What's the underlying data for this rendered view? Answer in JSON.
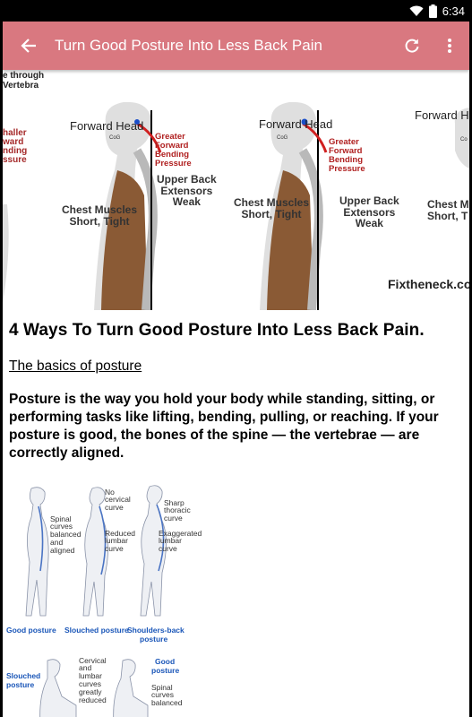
{
  "status_bar": {
    "time": "6:34",
    "icons": [
      "wifi-icon",
      "battery-icon"
    ]
  },
  "app_bar": {
    "title": "Turn Good Posture Into Less Back Pain",
    "back_icon": "arrow-left-icon",
    "actions": [
      "refresh-icon",
      "more-vert-icon"
    ],
    "color": "#d97880"
  },
  "hero_image": {
    "labels": {
      "top_left_1": "e through",
      "top_left_2": "Vertebra",
      "left_1": "haller",
      "left_2": "ward",
      "left_3": "nding",
      "left_4": "ssure",
      "forward_head": "Forward Head",
      "cog": "CoG",
      "greater_forward_bending_pressure": [
        "Greater",
        "Forward",
        "Bending",
        "Pressure"
      ],
      "upper_back_extensors_weak": [
        "Upper Back",
        "Extensors",
        "Weak"
      ],
      "chest_muscles_short_tight": [
        "Chest Muscles",
        "Short, Tight"
      ],
      "forward_h": "Forward H",
      "cog_partial": "Co",
      "chest_partial": [
        "Chest M",
        "Short, T"
      ],
      "watermark": "Fixtheneck.co"
    }
  },
  "article": {
    "heading": "4 Ways To Turn Good Posture Into Less Back Pain.",
    "subheading": "The basics of posture",
    "paragraph": "Posture is the way you hold your body while standing, sitting, or performing tasks like lifting, bending, pulling, or reaching. If your posture is good, the bones of the spine — the vertebrae — are correctly aligned."
  },
  "posture_figure": {
    "captions": {
      "good": "Good posture",
      "slouched": "Slouched posture",
      "shoulders_back": "Shoulders-back",
      "shoulders_back_2": "posture",
      "slouched_sit_1": "Slouched",
      "slouched_sit_2": "posture",
      "good_sit_1": "Good",
      "good_sit_2": "posture"
    },
    "notes": {
      "spinal_curves": [
        "Spinal",
        "curves",
        "balanced",
        "and",
        "aligned"
      ],
      "no_cervical": [
        "No",
        "cervical",
        "curve"
      ],
      "reduced_lumbar": [
        "Reduced",
        "lumbar",
        "curve"
      ],
      "sharp_thoracic": [
        "Sharp",
        "thoracic",
        "curve"
      ],
      "exaggerated_lumbar": [
        "Exaggerated",
        "lumbar",
        "curve"
      ],
      "cervical_lumbar": [
        "Cervical",
        "and",
        "lumbar",
        "curves",
        "greatly",
        "reduced"
      ],
      "spinal_curves_2": [
        "Spinal",
        "curves",
        "balanced"
      ]
    }
  }
}
